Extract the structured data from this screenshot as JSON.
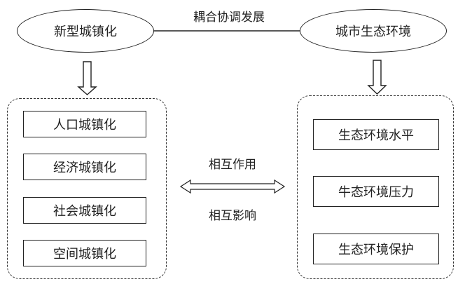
{
  "coupling_label": "耦合协调发展",
  "left_node": {
    "title": "新型城镇化",
    "items": [
      "人口城镇化",
      "经济城镇化",
      "社会城镇化",
      "空间城镇化"
    ]
  },
  "right_node": {
    "title": "城市生态环境",
    "items": [
      "生态环境水平",
      "牛态环境压力",
      "生态环境保护"
    ]
  },
  "interaction": {
    "label_top": "相互作用",
    "label_bottom": "相互影响"
  }
}
